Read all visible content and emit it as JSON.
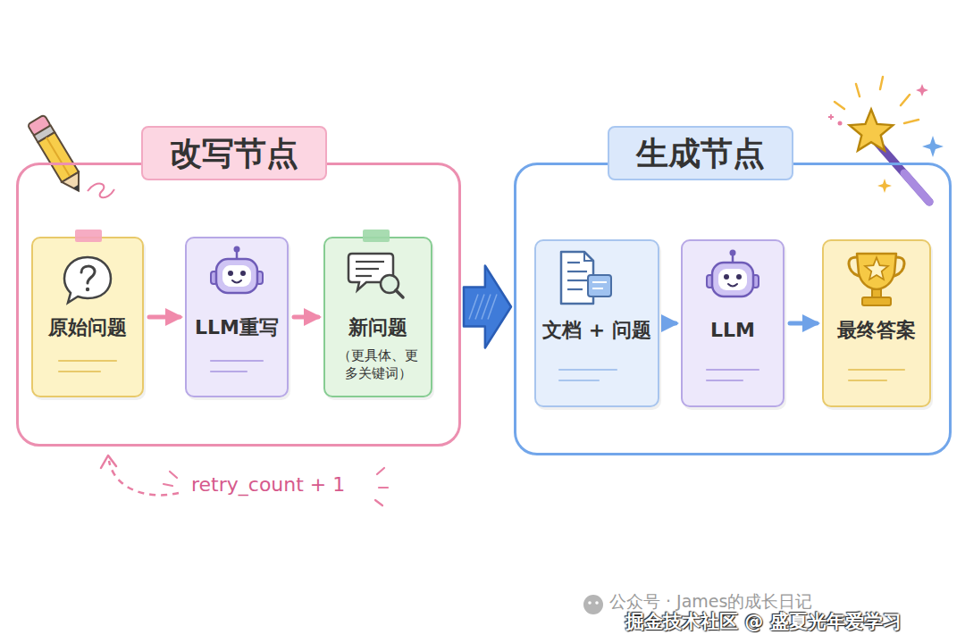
{
  "diagram": {
    "nodes": [
      {
        "text": [
          "改写节点"
        ]
      },
      {
        "text": [
          "原始问题"
        ],
        "in": 0
      },
      {
        "text": [
          "LLM重写"
        ],
        "in": 0
      },
      {
        "text": [
          "新问题",
          "（更具体、更多关键词）"
        ],
        "in": 0
      },
      {
        "text": [
          "生成节点"
        ]
      },
      {
        "text": [
          "文档 + 问题"
        ],
        "in": 4
      },
      {
        "text": [
          "LLM"
        ],
        "in": 4
      },
      {
        "text": [
          "最终答案"
        ],
        "in": 4
      }
    ],
    "edges": [
      {
        "from": 1,
        "to": 2,
        "arrow": "to"
      },
      {
        "from": 2,
        "to": 3,
        "arrow": "to"
      },
      {
        "from": 0,
        "to": 4,
        "arrow": "to"
      },
      {
        "from": 5,
        "to": 6,
        "arrow": "to"
      },
      {
        "from": 6,
        "to": 7,
        "arrow": "to"
      }
    ],
    "labels": [
      "retry_count + 1",
      "公众号 · James的成长日记",
      "掘金技术社区 @ 盛夏光年爱学习"
    ]
  }
}
